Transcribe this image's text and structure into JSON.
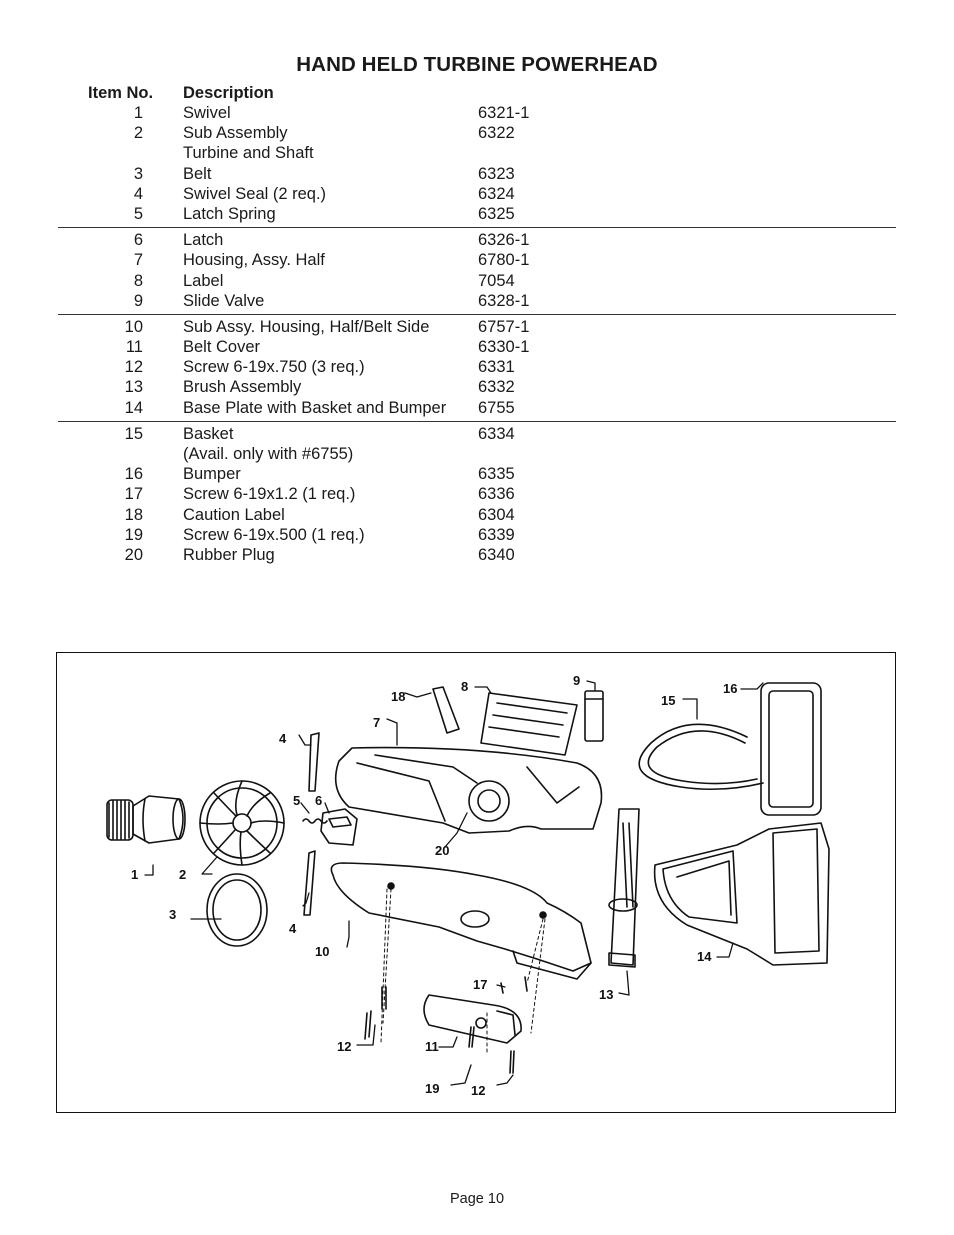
{
  "document": {
    "title": "HAND HELD TURBINE POWERHEAD",
    "headers": {
      "item_no": "Item No.",
      "description": "Description"
    },
    "groups": [
      [
        {
          "no": "1",
          "desc": "Swivel",
          "part": "6321-1"
        },
        {
          "no": "2",
          "desc": "Sub Assembly",
          "part": "6322"
        },
        {
          "no": "",
          "desc": "Turbine and Shaft",
          "part": ""
        },
        {
          "no": "3",
          "desc": "Belt",
          "part": "6323"
        },
        {
          "no": "4",
          "desc": "Swivel Seal (2 req.)",
          "part": "6324"
        },
        {
          "no": "5",
          "desc": "Latch Spring",
          "part": "6325"
        }
      ],
      [
        {
          "no": "6",
          "desc": "Latch",
          "part": "6326-1"
        },
        {
          "no": "7",
          "desc": "Housing, Assy. Half",
          "part": "6780-1"
        },
        {
          "no": "8",
          "desc": "Label",
          "part": "7054"
        },
        {
          "no": "9",
          "desc": "Slide Valve",
          "part": "6328-1"
        }
      ],
      [
        {
          "no": "10",
          "desc": "Sub Assy. Housing, Half/Belt Side",
          "part": "6757-1"
        },
        {
          "no": "11",
          "desc": "Belt Cover",
          "part": "6330-1"
        },
        {
          "no": "12",
          "desc": "Screw 6-19x.750 (3 req.)",
          "part": "6331"
        },
        {
          "no": "13",
          "desc": "Brush Assembly",
          "part": "6332"
        },
        {
          "no": "14",
          "desc": "Base Plate with Basket and Bumper",
          "part": "6755"
        }
      ],
      [
        {
          "no": "15",
          "desc": "Basket",
          "part": "6334"
        },
        {
          "no": "",
          "desc": "(Avail. only with #6755)",
          "part": ""
        },
        {
          "no": "16",
          "desc": "Bumper",
          "part": "6335"
        },
        {
          "no": "17",
          "desc": "Screw 6-19x1.2 (1 req.)",
          "part": "6336"
        },
        {
          "no": "18",
          "desc": "Caution Label",
          "part": "6304"
        },
        {
          "no": "19",
          "desc": "Screw 6-19x.500 (1 req.)",
          "part": "6339"
        },
        {
          "no": "20",
          "desc": "Rubber Plug",
          "part": "6340"
        }
      ]
    ],
    "footer": "Page 10"
  },
  "figure": {
    "callouts": [
      "1",
      "2",
      "3",
      "4",
      "4",
      "5",
      "6",
      "7",
      "8",
      "9",
      "10",
      "11",
      "12",
      "12",
      "13",
      "14",
      "15",
      "16",
      "17",
      "18",
      "19",
      "20"
    ]
  }
}
